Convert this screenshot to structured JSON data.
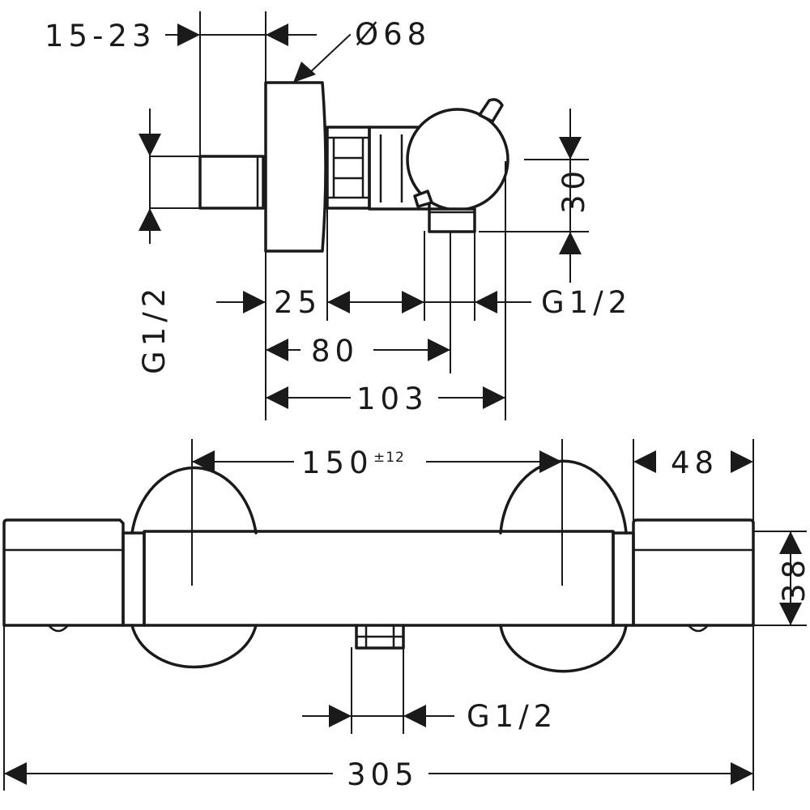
{
  "top_view": {
    "dim_wall_distance": "15-23",
    "dim_diameter": "Ø68",
    "dim_inlet_thread": "G1/2",
    "dim_outlet_height": "30",
    "dim_outlet_thread": "G1/2",
    "dim_25": "25",
    "dim_80": "80",
    "dim_103": "103"
  },
  "front_view": {
    "dim_centers": "150",
    "dim_centers_tolerance": "±12",
    "dim_end_cap": "48",
    "dim_height": "38",
    "dim_bottom_thread": "G1/2",
    "dim_total_width": "305"
  }
}
